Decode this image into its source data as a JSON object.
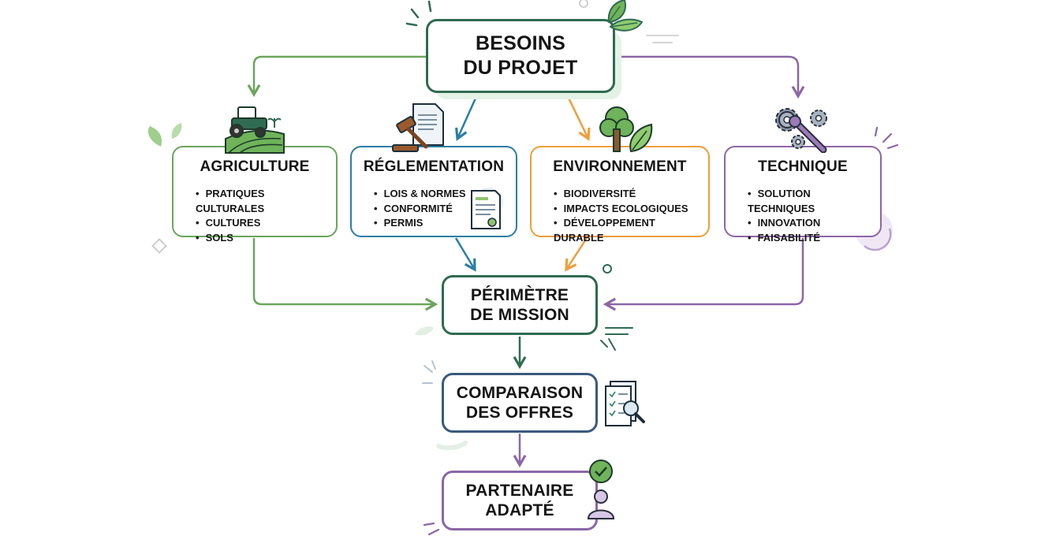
{
  "colors": {
    "dark_green": "#2f6b52",
    "green": "#6aa65c",
    "blue": "#2b7ea5",
    "orange": "#ee9e3c",
    "purple": "#8c66a6",
    "navy": "#3a5a7c",
    "text": "#151515"
  },
  "top": {
    "line1": "BESOINS",
    "line2": "DU PROJET"
  },
  "categories": [
    {
      "title": "AGRICULTURE",
      "items": [
        "PRATIQUES CULTURALES",
        "CULTURES",
        "SOLS"
      ],
      "icon": "tractor-field-icon"
    },
    {
      "title": "RÉGLEMENTATION",
      "items": [
        "LOIS & NORMES",
        "CONFORMITÉ",
        "PERMIS"
      ],
      "icon": "gavel-document-icon"
    },
    {
      "title": "ENVIRONNEMENT",
      "items": [
        "BIODIVERSITÉ",
        "IMPACTS ECOLOGIQUES",
        "DÉVELOPPEMENT DURABLE"
      ],
      "icon": "tree-leaf-icon"
    },
    {
      "title": "TECHNIQUE",
      "items": [
        "SOLUTION TECHNIQUES",
        "INNOVATION",
        "FAISABILITÉ"
      ],
      "icon": "gears-wrench-icon"
    }
  ],
  "perimetre": {
    "line1": "PÉRIMÈTRE",
    "line2": "DE MISSION"
  },
  "comparaison": {
    "line1": "COMPARAISON",
    "line2": "DES OFFRES",
    "icon": "checklist-magnifier-icon"
  },
  "partenaire": {
    "line1": "PARTENAIRE",
    "line2": "ADAPTÉ",
    "icon": "checked-user-icon"
  }
}
